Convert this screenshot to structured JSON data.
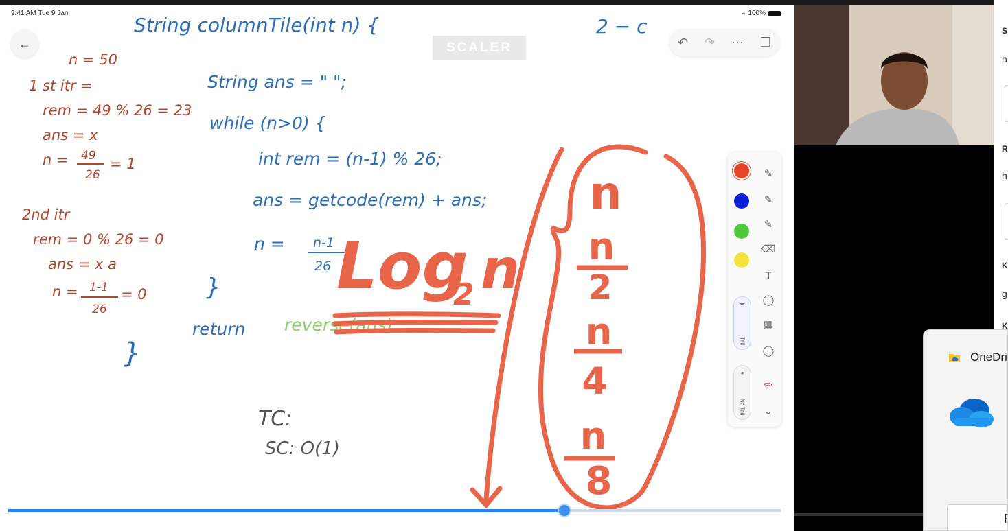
{
  "status_bar": {
    "time": "9:41 AM  Tue 9 Jan",
    "battery": "100%"
  },
  "watermark": "SCALER",
  "notes": {
    "header": "String  columnTile(int n) {",
    "header_right": "2 − c",
    "left": {
      "n": "n = 50",
      "itr1": "1 st itr =",
      "rem1": "rem = 49 % 26 = 23",
      "ans1": "ans = x",
      "n1_label": "n =",
      "n1_num": "49",
      "n1_den": "26",
      "n1_res": "= 1",
      "itr2": "2nd itr",
      "rem2": "rem = 0 % 26 = 0",
      "ans2": "ans = x a",
      "n2_label": "n =",
      "n2_num": "1-1",
      "n2_den": "26",
      "n2_res": "= 0",
      "brace": "}"
    },
    "code": {
      "l1": "String ans = \" \";",
      "l2": "while (n>0) {",
      "l3": "int rem = (n-1) % 26;",
      "l4": "ans = getcode(rem) + ans;",
      "l5_label": "n =",
      "l5_num": "n-1",
      "l5_den": "26",
      "l6": "}",
      "l7": "return",
      "l7_green": "reverse(ans);",
      "tc": "TC:",
      "sc": "SC: O(1)"
    },
    "log": {
      "base": "Log",
      "sub": "2",
      "n": "n"
    },
    "series": {
      "a": "n",
      "b_num": "n",
      "b_den": "2",
      "c_num": "n",
      "c_den": "4",
      "d_num": "n",
      "d_den": "8"
    }
  },
  "palette": {
    "colors": [
      "#e8442a",
      "#0a1fd6",
      "#4bc93a",
      "#f4e23a"
    ],
    "pill1_label": "Tail",
    "pill2_label": "No Tail"
  },
  "progress": {
    "value": 0.72
  },
  "chat": {
    "initials": [
      "S",
      "h",
      "R",
      "h",
      "K",
      "g",
      "K"
    ]
  },
  "onedrive": {
    "title": "OneDri",
    "button": "F"
  }
}
